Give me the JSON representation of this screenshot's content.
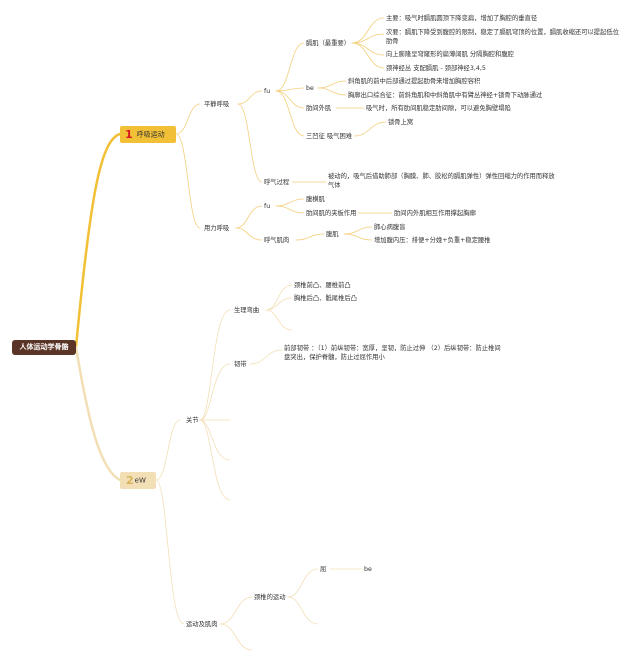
{
  "root": "人体运动学骨骼",
  "branch1": {
    "number": "1",
    "label": "呼吸运动",
    "quiet": {
      "label": "平静呼吸",
      "fu": "fu",
      "diaphragm": {
        "label": "膈肌（最重要）",
        "items": [
          "主要：吸气时膈肌圆顶下降变扁，增加了胸腔的垂直径",
          "次要：膈肌下降受到腹腔的限制，稳定了膈肌穹顶的位置，膈肌收缩还可以提起低位肋骨",
          "向上膨隆呈穹窿形的扁薄阔肌 分隔胸腔和腹腔",
          "颈神经丛 支配膈肌 - 颈部神经3,4,5"
        ]
      },
      "be": "be",
      "be_items": [
        "斜角肌的前中后部通过提起肋骨来增加胸腔容积",
        "胸廓出口综合征：前斜角肌和中斜角肌中有臂丛神经+锁骨下动脉通过"
      ],
      "intercostal_ext": "肋间外肌",
      "intercostal_ext_desc": "吸气时，所有肋间肌稳定肋间隙，可以避免胸壁塌陷",
      "tri": "三凹征 吸气困难",
      "tri_item": "锁骨上窝",
      "exhale": "呼气过程",
      "exhale_desc": "被动的，吸气后借助肺部（胸膜、肺、胶松的膈肌弹性）弹性回缩力的作用而释放气体"
    },
    "forced": {
      "label": "用力呼吸",
      "fu": "fu",
      "items": [
        "腹横肌",
        "肋间肌的夹板作用"
      ],
      "splint_desc": "肋间内外肌相互作用撑起胸廓",
      "muscle": "呼气肌肉",
      "abd": "腹肌",
      "abd_items": [
        "肺心病腹盲",
        "增加腹内压：排便+分娩+负重+稳定腰椎"
      ]
    }
  },
  "branch2": {
    "number": "2",
    "label": "eW",
    "joints": {
      "label": "关节",
      "curve": {
        "label": "生理弯曲",
        "items": [
          "颈椎前凸、腰椎前凸",
          "胸椎后凸、骶尾椎后凸"
        ]
      },
      "ligament": {
        "label": "韧带",
        "desc": "前部韧带 ：（1）前纵韧带：宽厚，坚韧，防止过伸 （2）后纵韧带：防止椎间盘突出，保护脊髓，防止过屈作用小"
      }
    },
    "motion": {
      "label": "运动及肌肉",
      "cervical": "颈椎的运动",
      "flex": "屈",
      "be": "be"
    }
  }
}
